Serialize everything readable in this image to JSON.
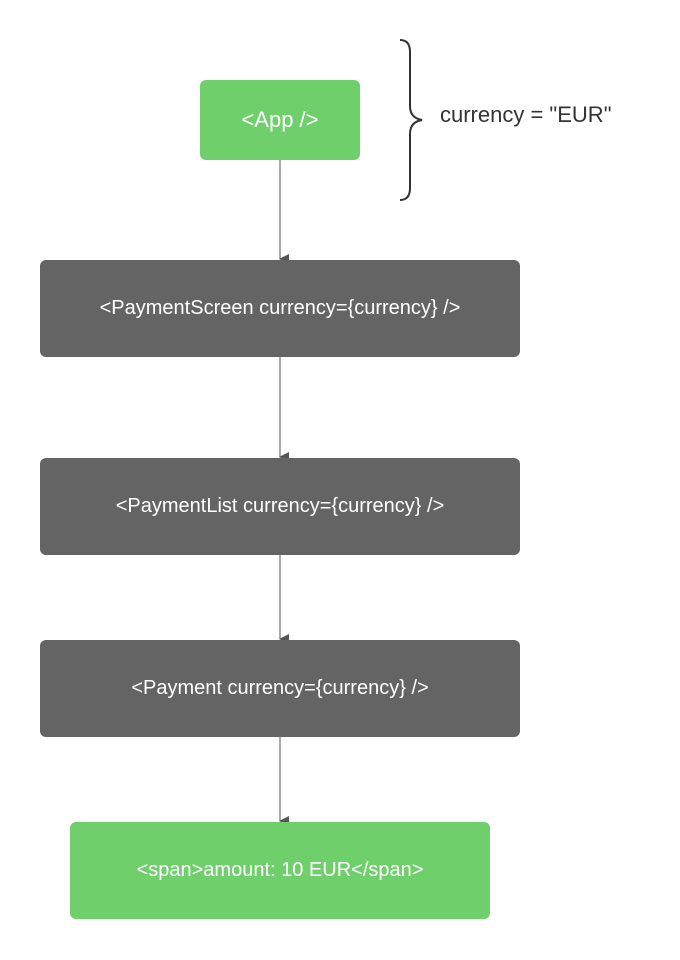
{
  "nodes": {
    "app": "<App />",
    "payment_screen": "<PaymentScreen currency={currency} />",
    "payment_list": "<PaymentList currency={currency} />",
    "payment": "<Payment currency={currency} />",
    "span": "<span>amount: 10 EUR</span>"
  },
  "annotation": "currency = \"EUR\"",
  "colors": {
    "green_node": "#6fcf6a",
    "dark_node": "#646464",
    "connector": "#555555",
    "annotation_text": "#333333"
  }
}
